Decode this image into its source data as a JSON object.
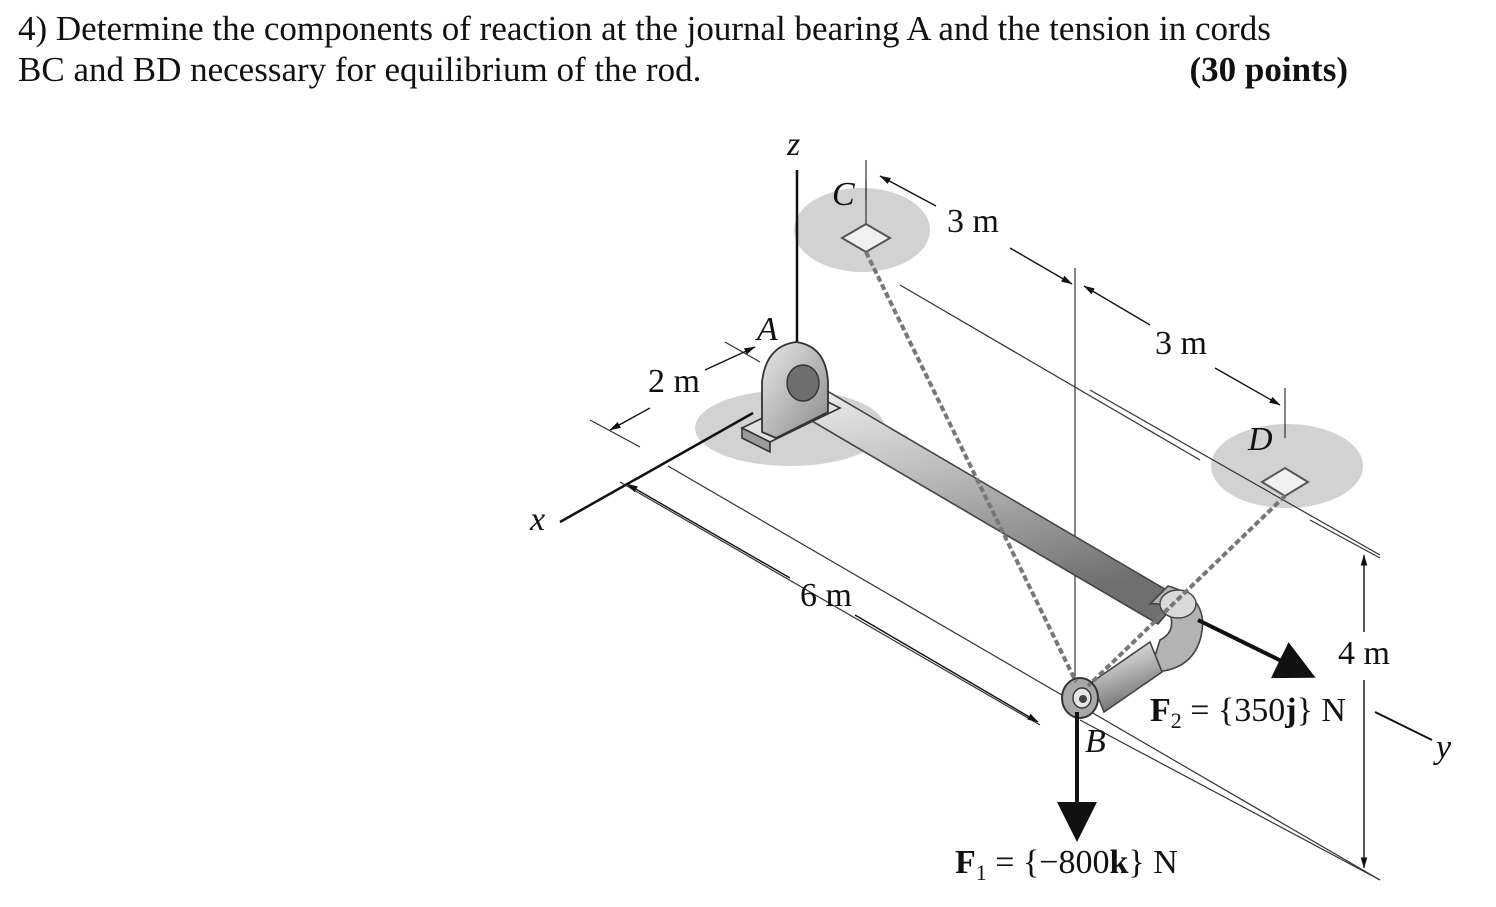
{
  "problem": {
    "line1": "4) Determine the components of reaction at the journal bearing A and the tension in cords",
    "line2": "BC and BD necessary for equilibrium of the rod.",
    "points": "(30 points)"
  },
  "figure": {
    "axes": {
      "x": "x",
      "y": "y",
      "z": "z"
    },
    "points": {
      "A": "A",
      "B": "B",
      "C": "C",
      "D": "D"
    },
    "dimensions": {
      "d1": "2 m",
      "d2": "3 m",
      "d3": "3 m",
      "d4": "6 m",
      "d5": "4 m"
    },
    "forces": {
      "F1": {
        "symbol": "F",
        "sub": "1",
        "eq": " = {−800",
        "unit": "k",
        "tail": "} N"
      },
      "F2": {
        "symbol": "F",
        "sub": "2",
        "eq": " = {350",
        "unit": "j",
        "tail": "} N"
      }
    },
    "colors": {
      "shadow": "#d2d2d2",
      "rod": "#b8b8b8",
      "ink": "#111111"
    }
  }
}
